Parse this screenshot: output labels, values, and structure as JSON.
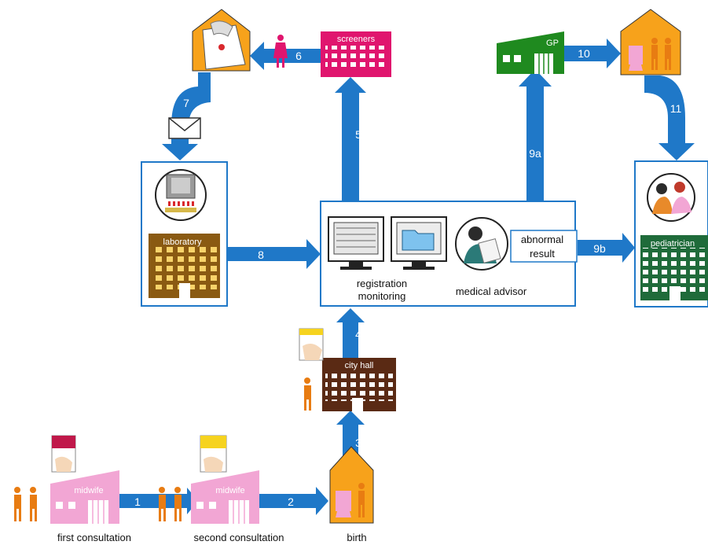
{
  "nodes": {
    "screeners": "screeners",
    "gp": "GP",
    "laboratory": "laboratory",
    "pediatrician": "pediatrician",
    "city_hall": "city hall",
    "midwife_1": "midwife",
    "midwife_2": "midwife"
  },
  "center": {
    "registration": "registration",
    "monitoring": "monitoring",
    "medical_advisor": "medical advisor",
    "abnormal": "abnormal",
    "result": "result"
  },
  "steps": [
    "1",
    "2",
    "3",
    "4",
    "5",
    "6",
    "7",
    "8",
    "9a",
    "9b",
    "10",
    "11"
  ],
  "bottom_labels": {
    "first": "first consultation",
    "second": "second consultation",
    "birth": "birth"
  },
  "colors": {
    "arrow": "#1f78c8",
    "screeners": "#e0156e",
    "gp": "#1f8a1f",
    "laboratory": "#8a5a12",
    "pediatrician": "#1f6b3a",
    "city_hall": "#5a2a14",
    "midwife": "#f2a6d4",
    "home": "#f7a21b",
    "person": "#e87c12",
    "panel_border": "#1f78c8"
  }
}
